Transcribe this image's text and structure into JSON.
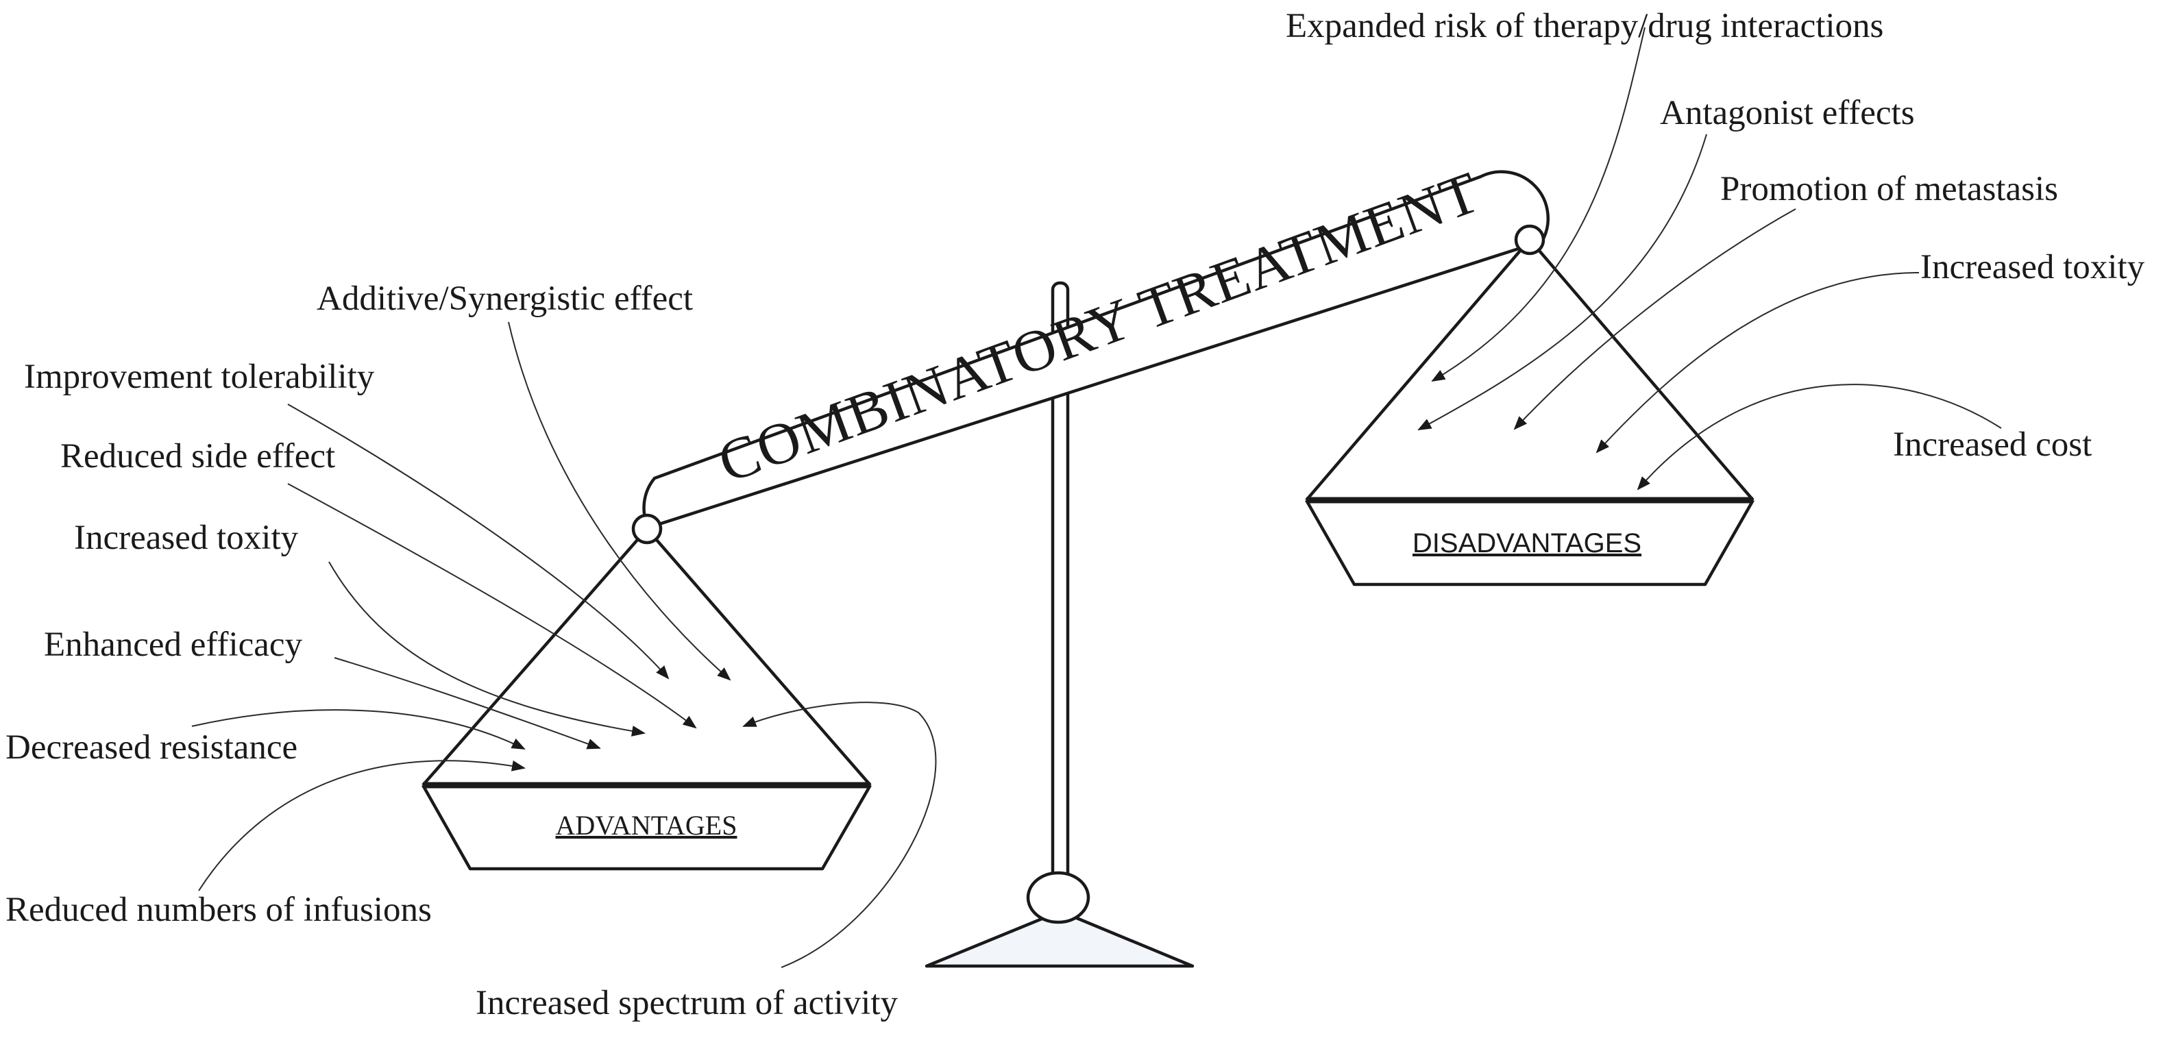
{
  "beam": {
    "title": "COMBINATORY TREATMENT"
  },
  "pans": {
    "left": {
      "label": "ADVANTAGES"
    },
    "right": {
      "label": "DISADVANTAGES"
    }
  },
  "advantages": [
    "Additive/Synergistic effect",
    "Improvement tolerability",
    "Reduced side effect",
    "Increased toxity",
    "Enhanced efficacy",
    "Decreased resistance",
    "Reduced numbers of infusions",
    "Increased spectrum of activity"
  ],
  "disadvantages": [
    "Expanded risk of therapy/drug interactions",
    "Antagonist effects",
    "Promotion of metastasis",
    "Increased toxity",
    "Increased cost"
  ]
}
